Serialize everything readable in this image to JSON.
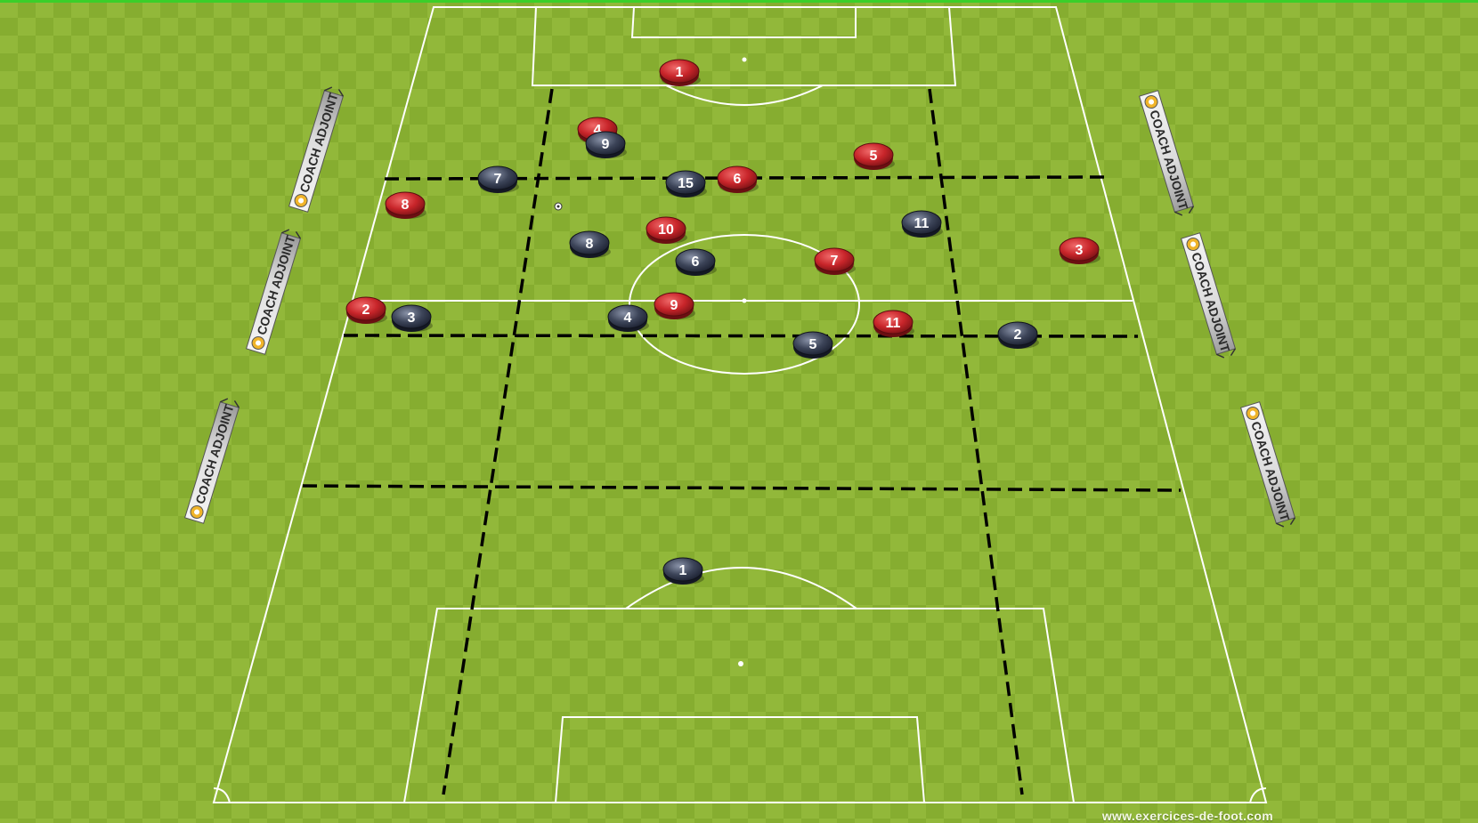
{
  "colors": {
    "grass_light": "#8fb535",
    "grass_dark": "#7ea32c",
    "lines": "#ffffff",
    "red_team": "#c8252a",
    "blue_team": "#3c4458",
    "zone_lines": "#000000"
  },
  "boards": {
    "label": "COACH ADJOINT",
    "icon": "coach-logo-icon"
  },
  "red_team": {
    "players": [
      "1",
      "4",
      "5",
      "6",
      "8",
      "10",
      "3",
      "7",
      "2",
      "9",
      "11"
    ]
  },
  "blue_team": {
    "players": [
      "9",
      "7",
      "15",
      "11",
      "8",
      "6",
      "3",
      "4",
      "5",
      "2",
      "1"
    ]
  },
  "watermark": "www.exercices-de-foot.com"
}
